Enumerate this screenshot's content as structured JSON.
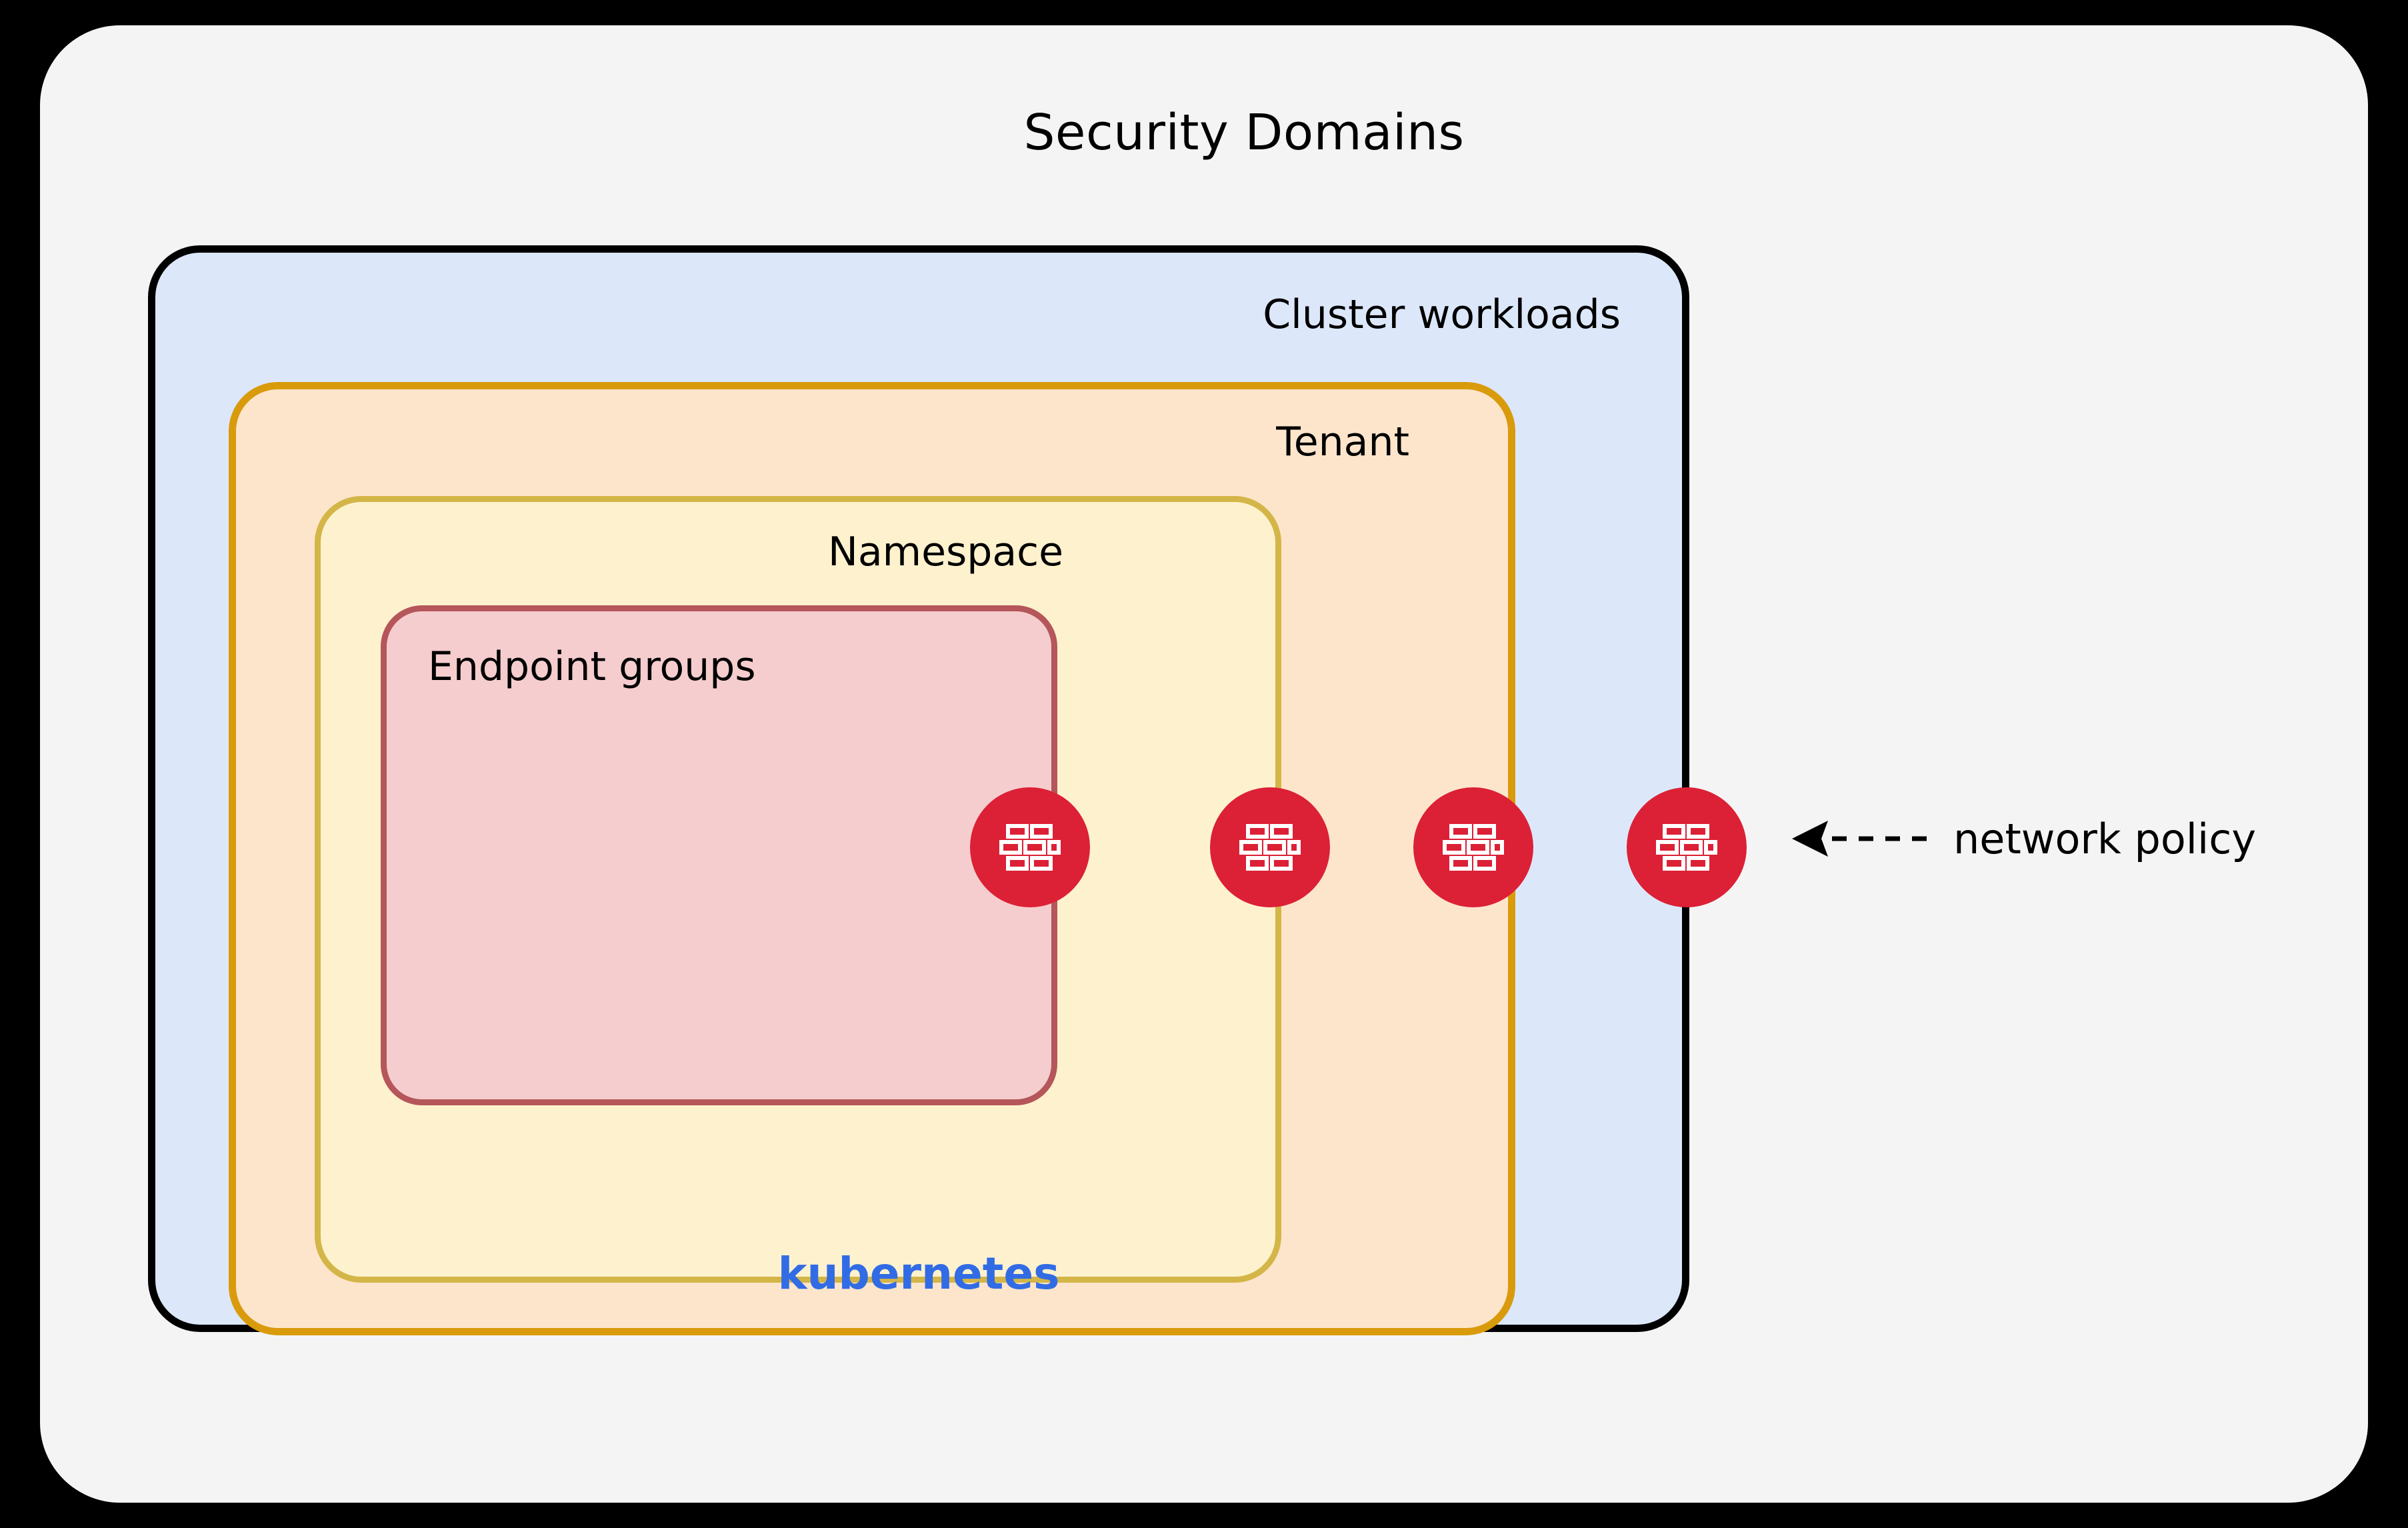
{
  "diagram": {
    "title": "Security Domains",
    "type": "nested-containment",
    "layers": [
      {
        "id": "cluster",
        "label": "Cluster workloads",
        "fill": "#DCE8FA",
        "stroke": "#000000",
        "label_position": "top-right"
      },
      {
        "id": "tenant",
        "label": "Tenant",
        "fill": "#FDE5CC",
        "stroke": "#D99B0C",
        "label_position": "top-right"
      },
      {
        "id": "namespace",
        "label": "Namespace",
        "fill": "#FEF2CE",
        "stroke": "#D4B648",
        "label_position": "top-right"
      },
      {
        "id": "endpoint",
        "label": "Endpoint groups",
        "fill": "#F5CDCE",
        "stroke": "#B5565A",
        "label_position": "top-left"
      }
    ],
    "platform_label": "kubernetes",
    "platform_color": "#326CE5",
    "annotation": {
      "label": "network policy",
      "arrow": "dashed-left-arrow",
      "points_to": "firewall-markers"
    },
    "markers": {
      "icon": "firewall-brick-icon",
      "color": "#DC2035",
      "count": 4,
      "placed_on": [
        "endpoint-border",
        "namespace-border",
        "tenant-border",
        "cluster-border"
      ]
    },
    "canvas": {
      "background": "#000000",
      "panel_fill": "#F4F4F4"
    }
  }
}
